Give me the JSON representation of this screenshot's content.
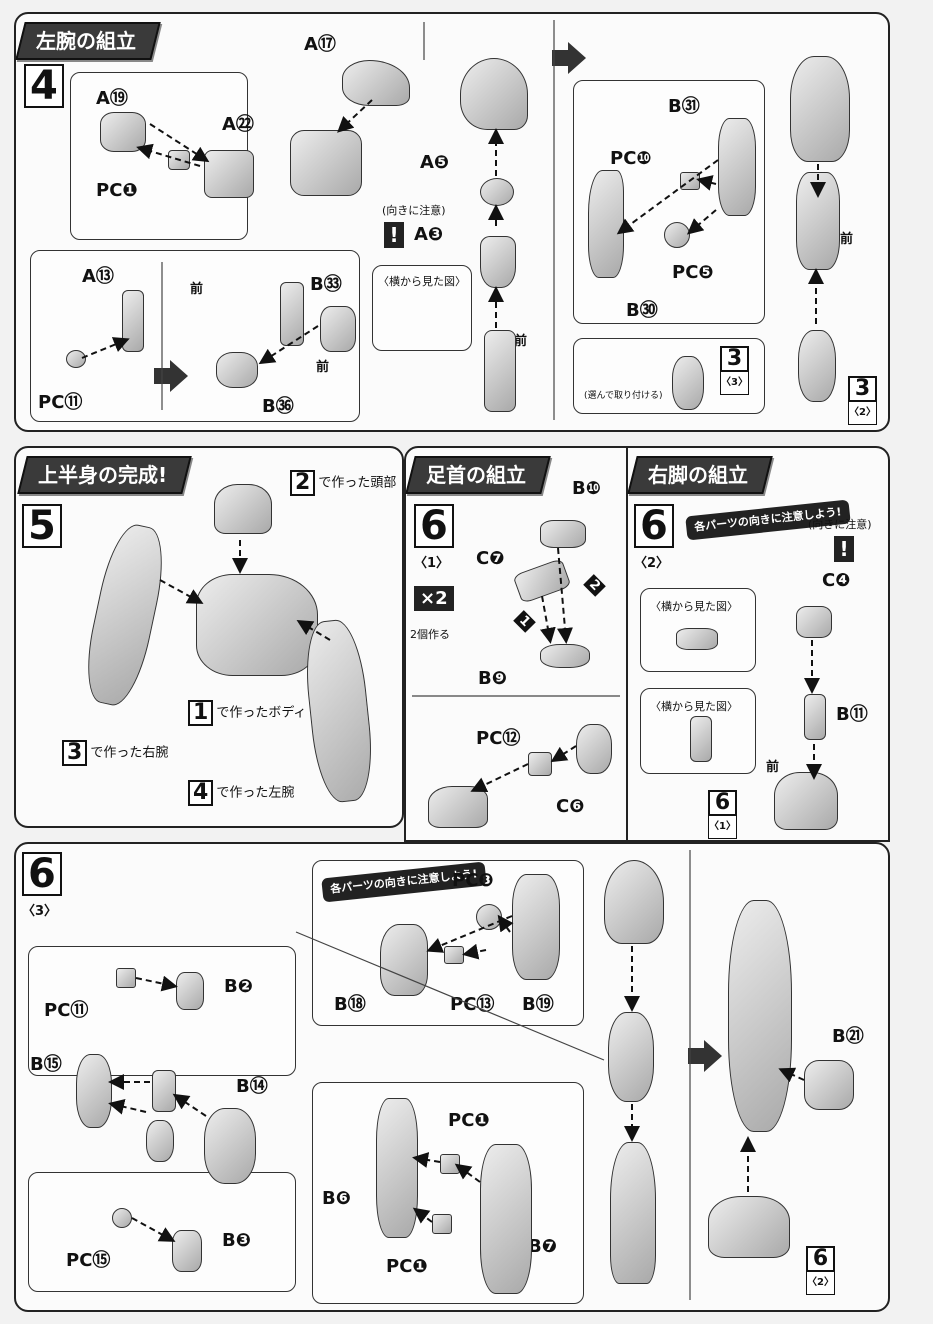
{
  "sections": {
    "left_arm": {
      "title": "左腕の組立",
      "step": "4"
    },
    "upper_body": {
      "title": "上半身の完成!",
      "step": "5"
    },
    "ankle": {
      "title": "足首の組立",
      "step": "6",
      "sub": "〈1〉",
      "multiplier": "×2",
      "multiplier_note": "2個作る"
    },
    "right_leg": {
      "title": "右脚の組立",
      "step": "6",
      "sub": "〈2〉",
      "note": "各パーツの向きに注意しよう!"
    },
    "leg_assembly": {
      "step": "6",
      "sub": "〈3〉",
      "note": "各パーツの向きに注意しよう!"
    }
  },
  "labels": {
    "a17": "A⑰",
    "a19": "A⑲",
    "a22": "A㉒",
    "pc1_a": "PC❶",
    "a5": "A❺",
    "a3": "A❸",
    "caution": "(向きに注意)",
    "side_view": "〈横から見た図〉",
    "a13": "A⑬",
    "b33": "B㉝",
    "pc11": "PC⑪",
    "b36": "B㊱",
    "front": "前",
    "b31": "B㉛",
    "pc10": "PC❿",
    "pc5": "PC❺",
    "b30": "B㉚",
    "choose_attach": "(選んで取り付ける)",
    "ref3_3": "3",
    "ref3_3s": "〈3〉",
    "ref3_2": "3",
    "ref3_2s": "〈2〉",
    "made_head_num": "2",
    "made_head": "で作った頭部",
    "made_body_num": "1",
    "made_body": "で作ったボディ",
    "made_rarm_num": "3",
    "made_rarm": "で作った右腕",
    "made_larm_num": "4",
    "made_larm": "で作った左腕",
    "b10": "B❿",
    "c7": "C❼",
    "b9": "B❾",
    "pc12": "PC⑫",
    "c6": "C❻",
    "c4": "C❹",
    "b11": "B⑪",
    "ref6_1": "6",
    "ref6_1s": "〈1〉",
    "pc8": "PC❽",
    "pc13": "PC⑬",
    "b18": "B⑱",
    "b19": "B⑲",
    "pc11b": "PC⑪",
    "b2": "B❷",
    "b15": "B⑮",
    "b14": "B⑭",
    "pc15": "PC⑮",
    "b3": "B❸",
    "pc1_b": "PC❶",
    "b6": "B❻",
    "pc1_c": "PC❶",
    "b7": "B❼",
    "b21": "B㉑",
    "ref6_2": "6",
    "ref6_2s": "〈2〉",
    "num1": "1",
    "num2": "2"
  }
}
